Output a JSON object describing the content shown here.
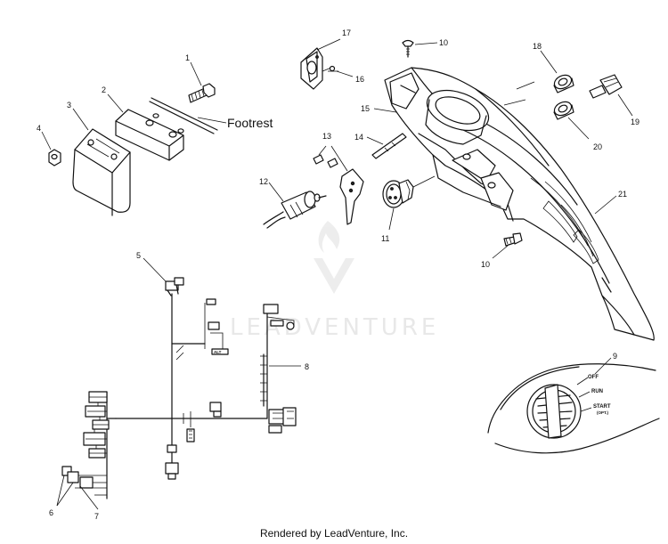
{
  "watermark": "LEADVENTURE",
  "footer": "Rendered by LeadVenture, Inc.",
  "footrest_label": "Footrest",
  "callouts": {
    "c1": "1",
    "c2": "2",
    "c3": "3",
    "c4": "4",
    "c5": "5",
    "c6": "6",
    "c7": "7",
    "c8": "8",
    "c9": "9",
    "c10a": "10",
    "c10b": "10",
    "c11": "11",
    "c12": "12",
    "c13": "13",
    "c14": "14",
    "c15": "15",
    "c16": "16",
    "c17": "17",
    "c18": "18",
    "c19": "19",
    "c20": "20",
    "c21": "21"
  },
  "switch_panel": {
    "off": "OFF",
    "run": "RUN",
    "start": "START",
    "start_sub": "(OPT.)"
  },
  "colors": {
    "line": "#111111",
    "watermark": "#e6e6e6"
  }
}
